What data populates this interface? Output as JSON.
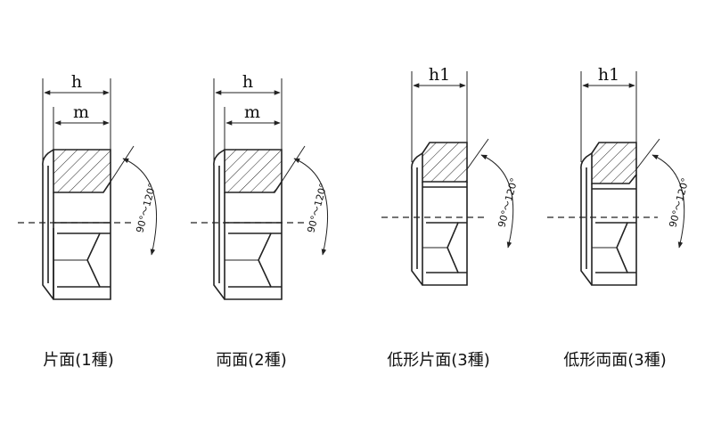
{
  "figures": [
    {
      "dim_outer": "h",
      "dim_inner": "m",
      "angle": "90°～120°",
      "caption": "片面(1種)"
    },
    {
      "dim_outer": "h",
      "dim_inner": "m",
      "angle": "90°～120°",
      "caption": "両面(2種)"
    },
    {
      "dim_outer": "h1",
      "angle": "90°～120°",
      "caption": "低形片面(3種)"
    },
    {
      "dim_outer": "h1",
      "angle": "90°～120°",
      "caption": "低形両面(3種)"
    }
  ]
}
